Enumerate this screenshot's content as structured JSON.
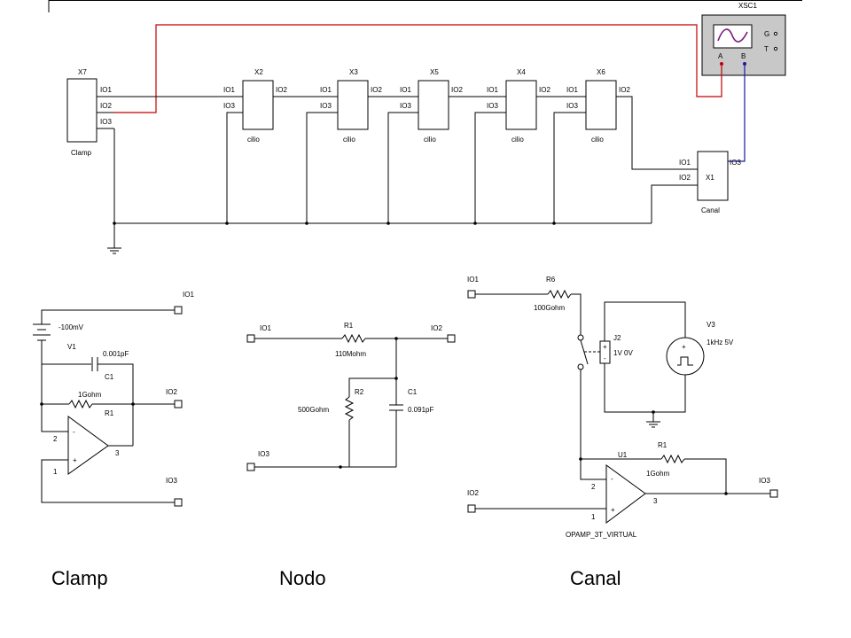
{
  "colors": {
    "wire": "#000000",
    "probe_a": "#c00000",
    "probe_b": "#1a1aa0",
    "scope_body": "#c8c8c8",
    "scope_screen": "#ffffff"
  },
  "top_schematic": {
    "scope": {
      "name": "XSC1",
      "knob_g": "G",
      "knob_t": "T",
      "ch_a": "A",
      "ch_b": "B"
    },
    "clamp_block": {
      "ref": "X7",
      "name": "Clamp",
      "pins": [
        "IO1",
        "IO2",
        "IO3"
      ]
    },
    "cilio_blocks": [
      {
        "ref": "X2",
        "name": "cilio",
        "pin_in": "IO1",
        "pin_out": "IO2",
        "pin_gnd": "IO3"
      },
      {
        "ref": "X3",
        "name": "cilio",
        "pin_in": "IO1",
        "pin_out": "IO2",
        "pin_gnd": "IO3"
      },
      {
        "ref": "X5",
        "name": "cilio",
        "pin_in": "IO1",
        "pin_out": "IO2",
        "pin_gnd": "IO3"
      },
      {
        "ref": "X4",
        "name": "cilio",
        "pin_in": "IO1",
        "pin_out": "IO2",
        "pin_gnd": "IO3"
      },
      {
        "ref": "X6",
        "name": "cilio",
        "pin_in": "IO1",
        "pin_out": "IO2",
        "pin_gnd": "IO3"
      }
    ],
    "canal_block": {
      "ref": "X1",
      "name": "Canal",
      "pin_io1": "IO1",
      "pin_io2": "IO2",
      "pin_io3": "IO3"
    }
  },
  "clamp_circuit": {
    "source_value": "-100mV",
    "source_ref": "V1",
    "cap_value": "0.001pF",
    "cap_ref": "C1",
    "res_value": "1Gohm",
    "res_ref": "R1",
    "opamp_pin_inv": "2",
    "opamp_pin_noninv": "1",
    "opamp_pin_out": "3",
    "port_io1": "IO1",
    "port_io2": "IO2",
    "port_io3": "IO3",
    "caption": "Clamp"
  },
  "nodo_circuit": {
    "port_io1": "IO1",
    "port_io2": "IO2",
    "port_io3": "IO3",
    "r1_ref": "R1",
    "r1_value": "110Mohm",
    "r2_ref": "R2",
    "r2_value": "500Gohm",
    "c1_ref": "C1",
    "c1_value": "0.091pF",
    "caption": "Nodo"
  },
  "canal_circuit": {
    "port_io1": "IO1",
    "port_io2": "IO2",
    "port_io3": "IO3",
    "r6_ref": "R6",
    "r6_value": "100Gohm",
    "switch_ref": "J2",
    "switch_value": "1V 0V",
    "v3_ref": "V3",
    "v3_value": "1kHz 5V",
    "opamp_ref": "U1",
    "opamp_model": "OPAMP_3T_VIRTUAL",
    "opamp_pin_inv": "2",
    "opamp_pin_noninv": "1",
    "opamp_pin_out": "3",
    "r1_ref": "R1",
    "r1_value": "1Gohm",
    "caption": "Canal"
  }
}
